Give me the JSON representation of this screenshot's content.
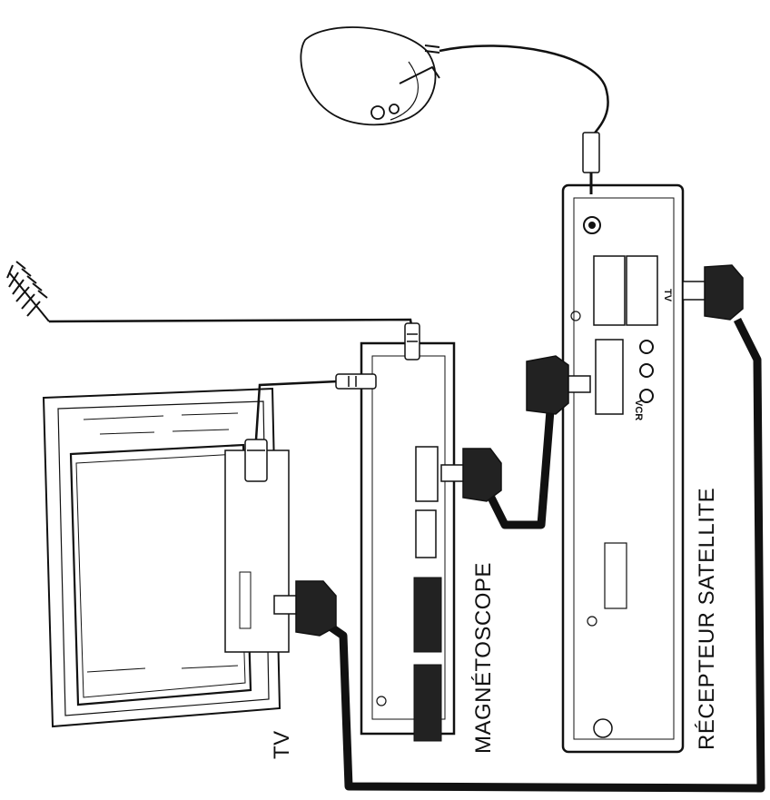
{
  "labels": {
    "tv": "TV",
    "vcr": "MAGNÉTOSCOPE",
    "receiver": "RÉCEPTEUR SATELLITE",
    "port_vcr": "VCR",
    "port_tv": "TV"
  },
  "colors": {
    "ink": "#111111",
    "paper": "#ffffff",
    "device_fill": "#ffffff"
  },
  "icons": [
    "satellite-dish-icon",
    "antenna-icon",
    "scart-plug-icon",
    "coax-plug-icon"
  ]
}
